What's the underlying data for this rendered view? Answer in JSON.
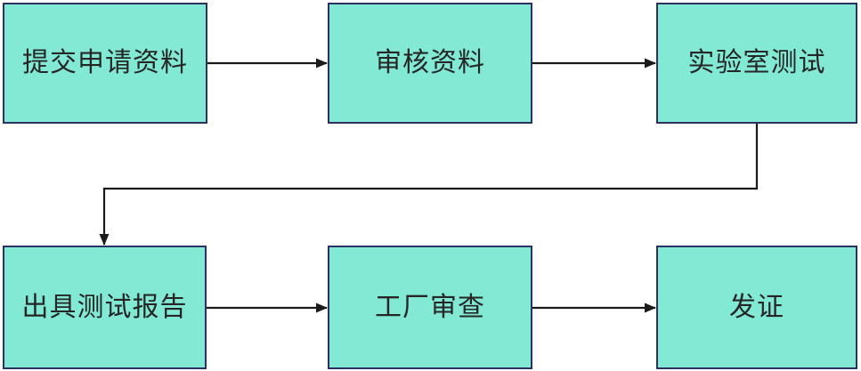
{
  "diagram": {
    "type": "flowchart",
    "title": "",
    "nodes": [
      {
        "id": "n1",
        "label": "提交申请资料"
      },
      {
        "id": "n2",
        "label": "审核资料"
      },
      {
        "id": "n3",
        "label": "实验室测试"
      },
      {
        "id": "n4",
        "label": "出具测试报告"
      },
      {
        "id": "n5",
        "label": "工厂审查"
      },
      {
        "id": "n6",
        "label": "发证"
      }
    ],
    "edges": [
      {
        "from": "n1",
        "to": "n2",
        "style": "straight-right"
      },
      {
        "from": "n2",
        "to": "n3",
        "style": "straight-right"
      },
      {
        "from": "n3",
        "to": "n4",
        "style": "elbow-down-left-down"
      },
      {
        "from": "n4",
        "to": "n5",
        "style": "straight-right"
      },
      {
        "from": "n5",
        "to": "n6",
        "style": "straight-right"
      }
    ],
    "colors": {
      "node_fill": "#82E9D4",
      "node_border": "#2B3160",
      "arrow": "#1A1A1A",
      "text": "#262626",
      "background": "#FFFFFF"
    }
  }
}
